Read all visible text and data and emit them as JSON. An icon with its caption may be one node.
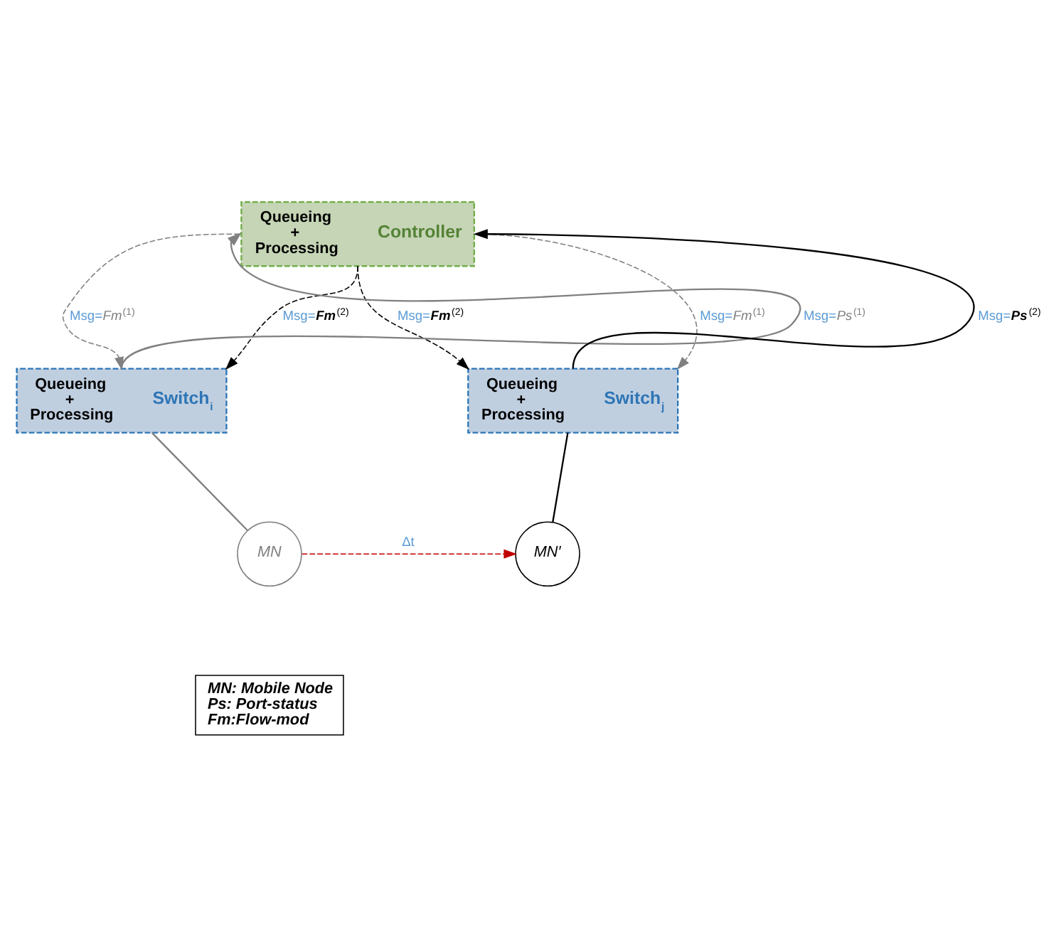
{
  "diagram": {
    "nodes": [
      {
        "text": [
          "Queueing + Processing",
          "Controller"
        ]
      },
      {
        "text": [
          "Queueing + Processing",
          "Switch$_{i}$"
        ]
      },
      {
        "text": [
          "Queueing + Processing",
          "Switch$_{j}$"
        ]
      },
      {
        "text": [
          "*MN*"
        ]
      },
      {
        "text": [
          "*MN′*"
        ]
      },
      {
        "text": [
          "MN: Mobile Node",
          "Ps: Port-status",
          "Fm:Flow-mod"
        ]
      }
    ],
    "edges": [
      {
        "from": 1,
        "to": 0,
        "arrow": "to",
        "label": "Msg=*Ps*$^{(1)}$",
        "color": "#808080"
      },
      {
        "from": 0,
        "to": 1,
        "arrow": "to",
        "label": "Msg=*Fm*$^{(1)}$",
        "style": "dashed",
        "color": "#808080"
      },
      {
        "from": 0,
        "to": 1,
        "arrow": "to",
        "label": "Msg=**Fm**$^{(2)}$",
        "style": "dashed",
        "color": "#000000"
      },
      {
        "from": 0,
        "to": 2,
        "arrow": "to",
        "label": "Msg=**Fm**$^{(2)}$",
        "style": "dashed",
        "color": "#000000"
      },
      {
        "from": 2,
        "to": 0,
        "arrow": "to",
        "label": "Msg=**Ps**$^{(2)}$",
        "color": "#000000"
      },
      {
        "from": 0,
        "to": 2,
        "arrow": "to",
        "label": "Msg=*Fm*$^{(1)}$",
        "style": "dashed",
        "color": "#808080"
      },
      {
        "from": 1,
        "to": 3,
        "arrow": "none",
        "color": "#808080"
      },
      {
        "from": 2,
        "to": 4,
        "arrow": "none",
        "color": "#000000"
      },
      {
        "from": 3,
        "to": 4,
        "arrow": "to",
        "label": "Δt",
        "style": "dashed",
        "color": "#c00000"
      }
    ]
  }
}
